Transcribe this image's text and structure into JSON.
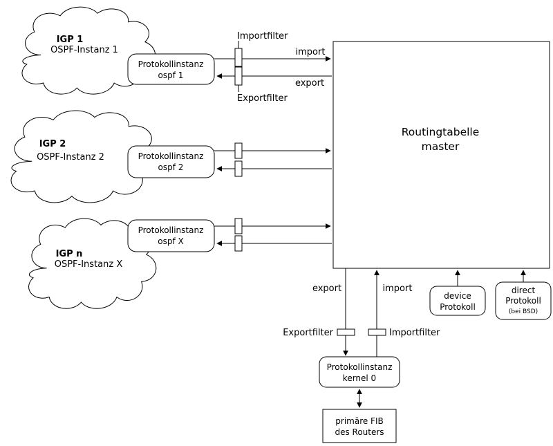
{
  "colors": {
    "stroke": "#000000",
    "background": "#ffffff"
  },
  "clouds": [
    {
      "title": "IGP 1",
      "subtitle": "OSPF-Instanz 1"
    },
    {
      "title": "IGP 2",
      "subtitle": "OSPF-Instanz 2"
    },
    {
      "title": "IGP n",
      "subtitle": "OSPF-Instanz X"
    }
  ],
  "protocols": [
    {
      "line1": "Protokollinstanz",
      "line2": "ospf 1"
    },
    {
      "line1": "Protokollinstanz",
      "line2": "ospf 2"
    },
    {
      "line1": "Protokollinstanz",
      "line2": "ospf X"
    }
  ],
  "routing_table": {
    "line1": "Routingtabelle",
    "line2": "master"
  },
  "row1": {
    "import_filter_label": "Importfilter",
    "export_filter_label": "Exportfilter",
    "import_arrow_label": "import",
    "export_arrow_label": "export"
  },
  "bottom": {
    "export_label": "export",
    "import_label": "import",
    "export_filter_label": "Exportfilter",
    "import_filter_label": "Importfilter",
    "kernel": {
      "line1": "Protokollinstanz",
      "line2": "kernel 0"
    },
    "fib": {
      "line1": "primäre FIB",
      "line2": "des Routers"
    }
  },
  "right": {
    "device": {
      "line1": "device",
      "line2": "Protokoll"
    },
    "direct": {
      "line1": "direct",
      "line2": "Protokoll",
      "line3": "(bei BSD)"
    }
  }
}
